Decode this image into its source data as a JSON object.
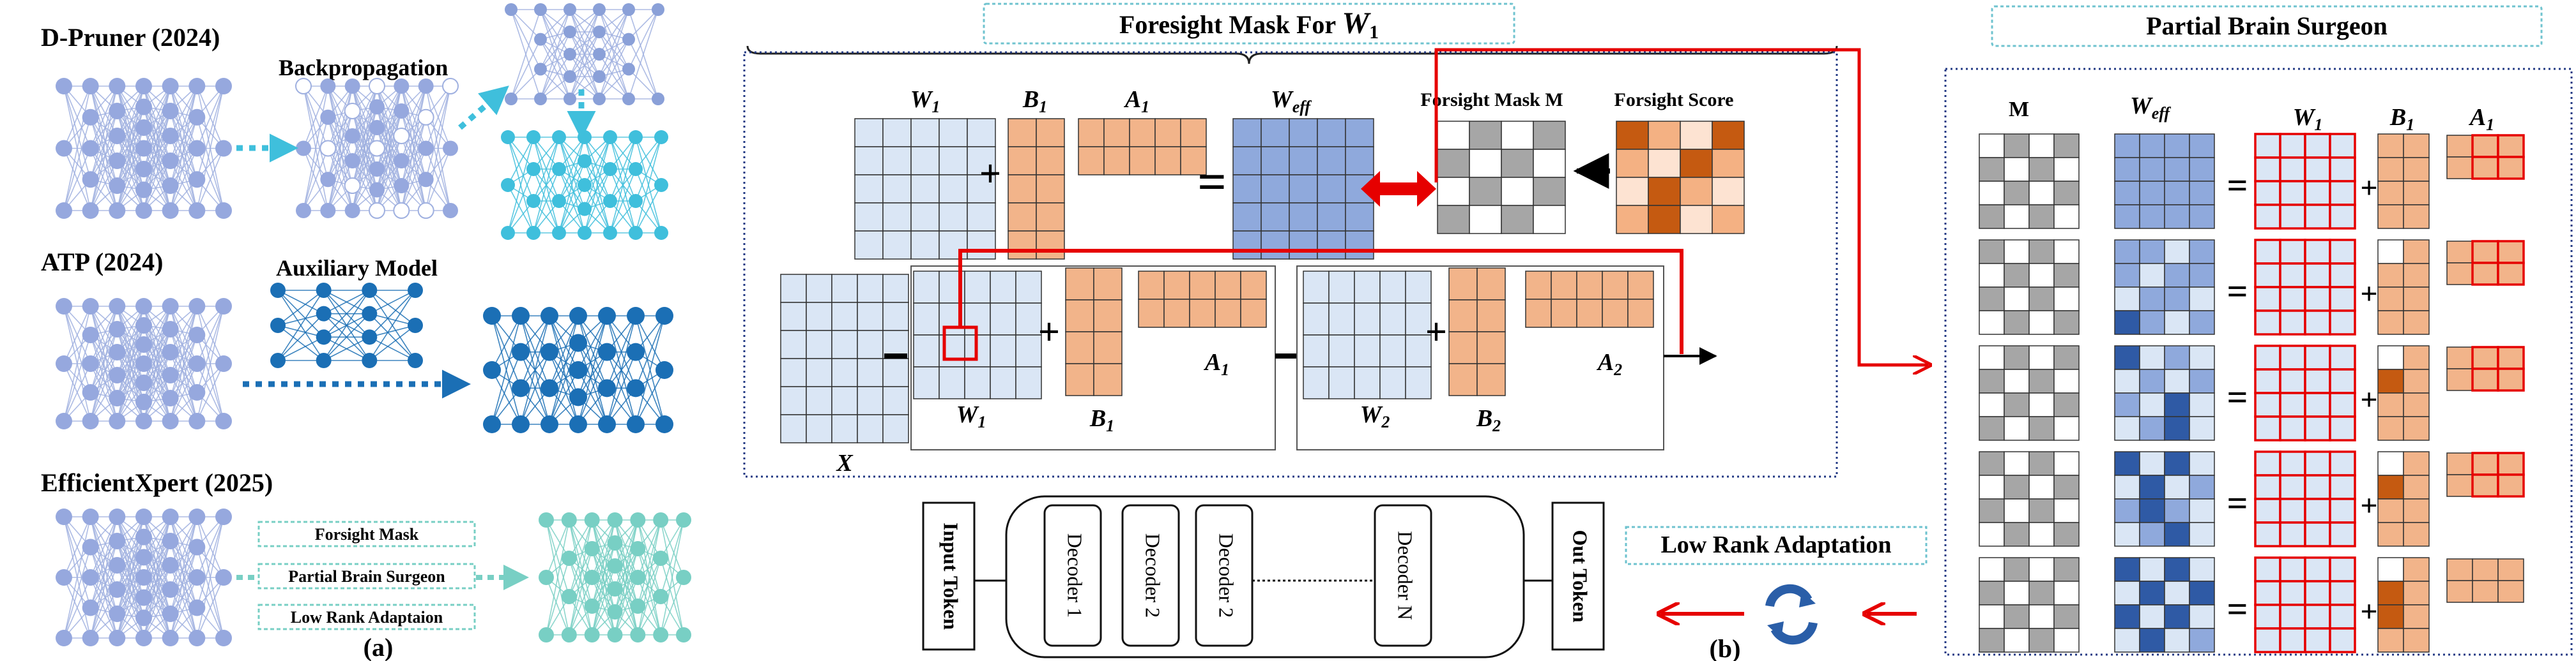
{
  "panel_a": {
    "dpruner_title": "D-Pruner (2024)",
    "dpruner_step": "Backpropagation",
    "atp_title": "ATP (2024)",
    "atp_step": "Auxiliary Model",
    "ex_title": "EfficientXpert (2025)",
    "ex_items": [
      "Forsight Mask",
      "Partial Brain Surgeon",
      "Low Rank Adaptaion"
    ],
    "caption": "(a)"
  },
  "panel_b": {
    "fm_title": "Foresight Mask For",
    "fm_title_var": "W",
    "fm_title_sub": "1",
    "w1": "W",
    "w1_sub": "1",
    "b1": "B",
    "b1_sub": "1",
    "a1": "A",
    "a1_sub": "1",
    "weff": "W",
    "weff_sub": "eff",
    "w2": "W",
    "w2_sub": "2",
    "b2": "B",
    "b2_sub": "2",
    "a2": "A",
    "a2_sub": "2",
    "x": "X",
    "mask_label": "Forsight Mask M",
    "score_label": "Forsight Score",
    "tokens_in": "Input Token",
    "decoders": [
      "Decoder 1",
      "Decoder 2",
      "Decoder 2",
      "Decoder N"
    ],
    "tokens_out": "Out Token",
    "lra": "Low Rank Adaptation",
    "caption": "(b)"
  },
  "pbs": {
    "title": "Partial Brain Surgeon",
    "col_m": "M",
    "col_weff": "W",
    "col_weff_sub": "eff",
    "col_w1": "W",
    "col_w1_sub": "1",
    "col_b1": "B",
    "col_b1_sub": "1",
    "col_a1": "A",
    "col_a1_sub": "1"
  },
  "colors": {
    "nn_light": "#96a8de",
    "nn_cyan": "#3fbfdc",
    "nn_blue": "#1b6fb5",
    "nn_teal": "#78cfc4",
    "grid_light": "#dae6f5",
    "grid_mid": "#8fa9dc",
    "grid_dark": "#2f5aa5",
    "orange": "#f2b48a",
    "orange_dark": "#c55a11",
    "mask_gray": "#a6a6a6",
    "red": "#e60000",
    "title_border": "#6fc3cf"
  }
}
